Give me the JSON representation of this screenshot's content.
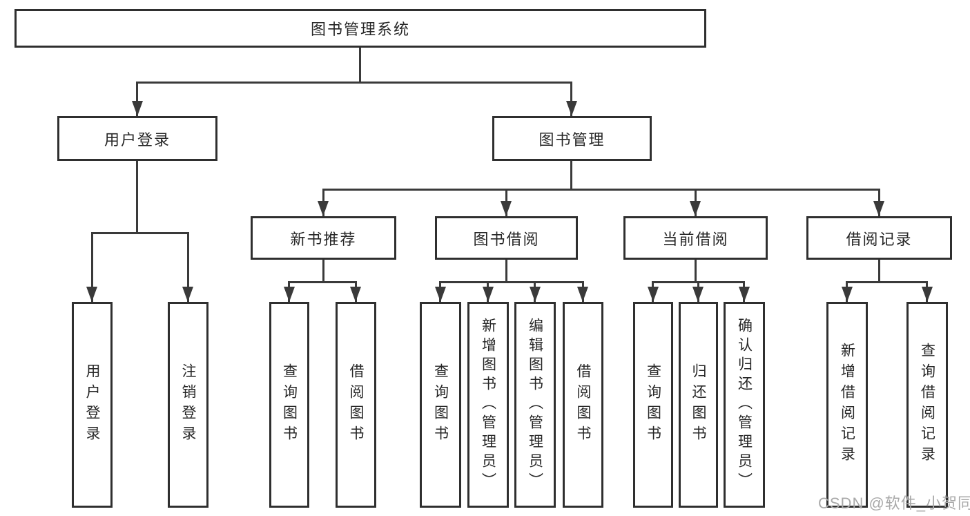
{
  "tree": {
    "label": "图书管理系统",
    "children": [
      {
        "label": "用户登录",
        "children": [
          {
            "label": "用户登录"
          },
          {
            "label": "注销登录"
          }
        ]
      },
      {
        "label": "图书管理",
        "children": [
          {
            "label": "新书推荐",
            "children": [
              {
                "label": "查询图书"
              },
              {
                "label": "借阅图书"
              }
            ]
          },
          {
            "label": "图书借阅",
            "children": [
              {
                "label": "查询图书"
              },
              {
                "label": "新增图书（管理员）"
              },
              {
                "label": "编辑图书（管理员）"
              },
              {
                "label": "借阅图书"
              }
            ]
          },
          {
            "label": "当前借阅",
            "children": [
              {
                "label": "查询图书"
              },
              {
                "label": "归还图书"
              },
              {
                "label": "确认归还（管理员）"
              }
            ]
          },
          {
            "label": "借阅记录",
            "children": [
              {
                "label": "新增借阅记录"
              },
              {
                "label": "查询借阅记录"
              }
            ]
          }
        ]
      }
    ]
  },
  "watermark": {
    "text": "CSDN @软件_小贺同学"
  },
  "colors": {
    "line": "#3a3a3a",
    "border": "#2f2f2f",
    "watermark": "#a9a9a9",
    "background": "#ffffff"
  }
}
